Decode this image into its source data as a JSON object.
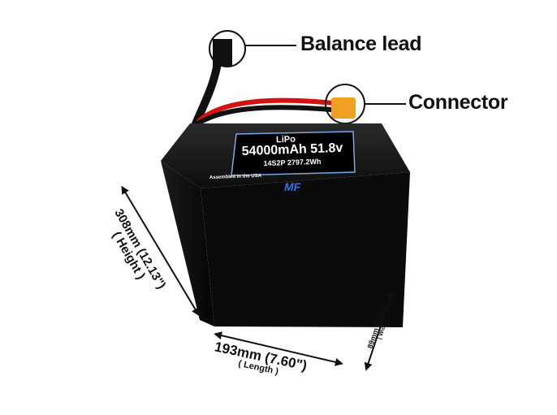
{
  "callouts": {
    "balance_lead": "Balance lead",
    "connector": "Connector"
  },
  "label": {
    "chemistry": "LiPo",
    "capacity_voltage": "54000mAh 51.8v",
    "config_energy": "14S2P 2797.2Wh",
    "assembled": "Assembled in the USA",
    "brand": "MF"
  },
  "dimensions": {
    "height": "308mm (12.13\")",
    "height_caption": "( Height )",
    "length": "193mm (7.60\")",
    "length_caption": "( Length )",
    "width": "89mm (3.50\")",
    "width_caption": "( Width )"
  },
  "colors": {
    "battery": "#0b0b0b",
    "wire_red": "#d31212",
    "connector": "#f0a020",
    "label_border": "#7fa7e0"
  }
}
